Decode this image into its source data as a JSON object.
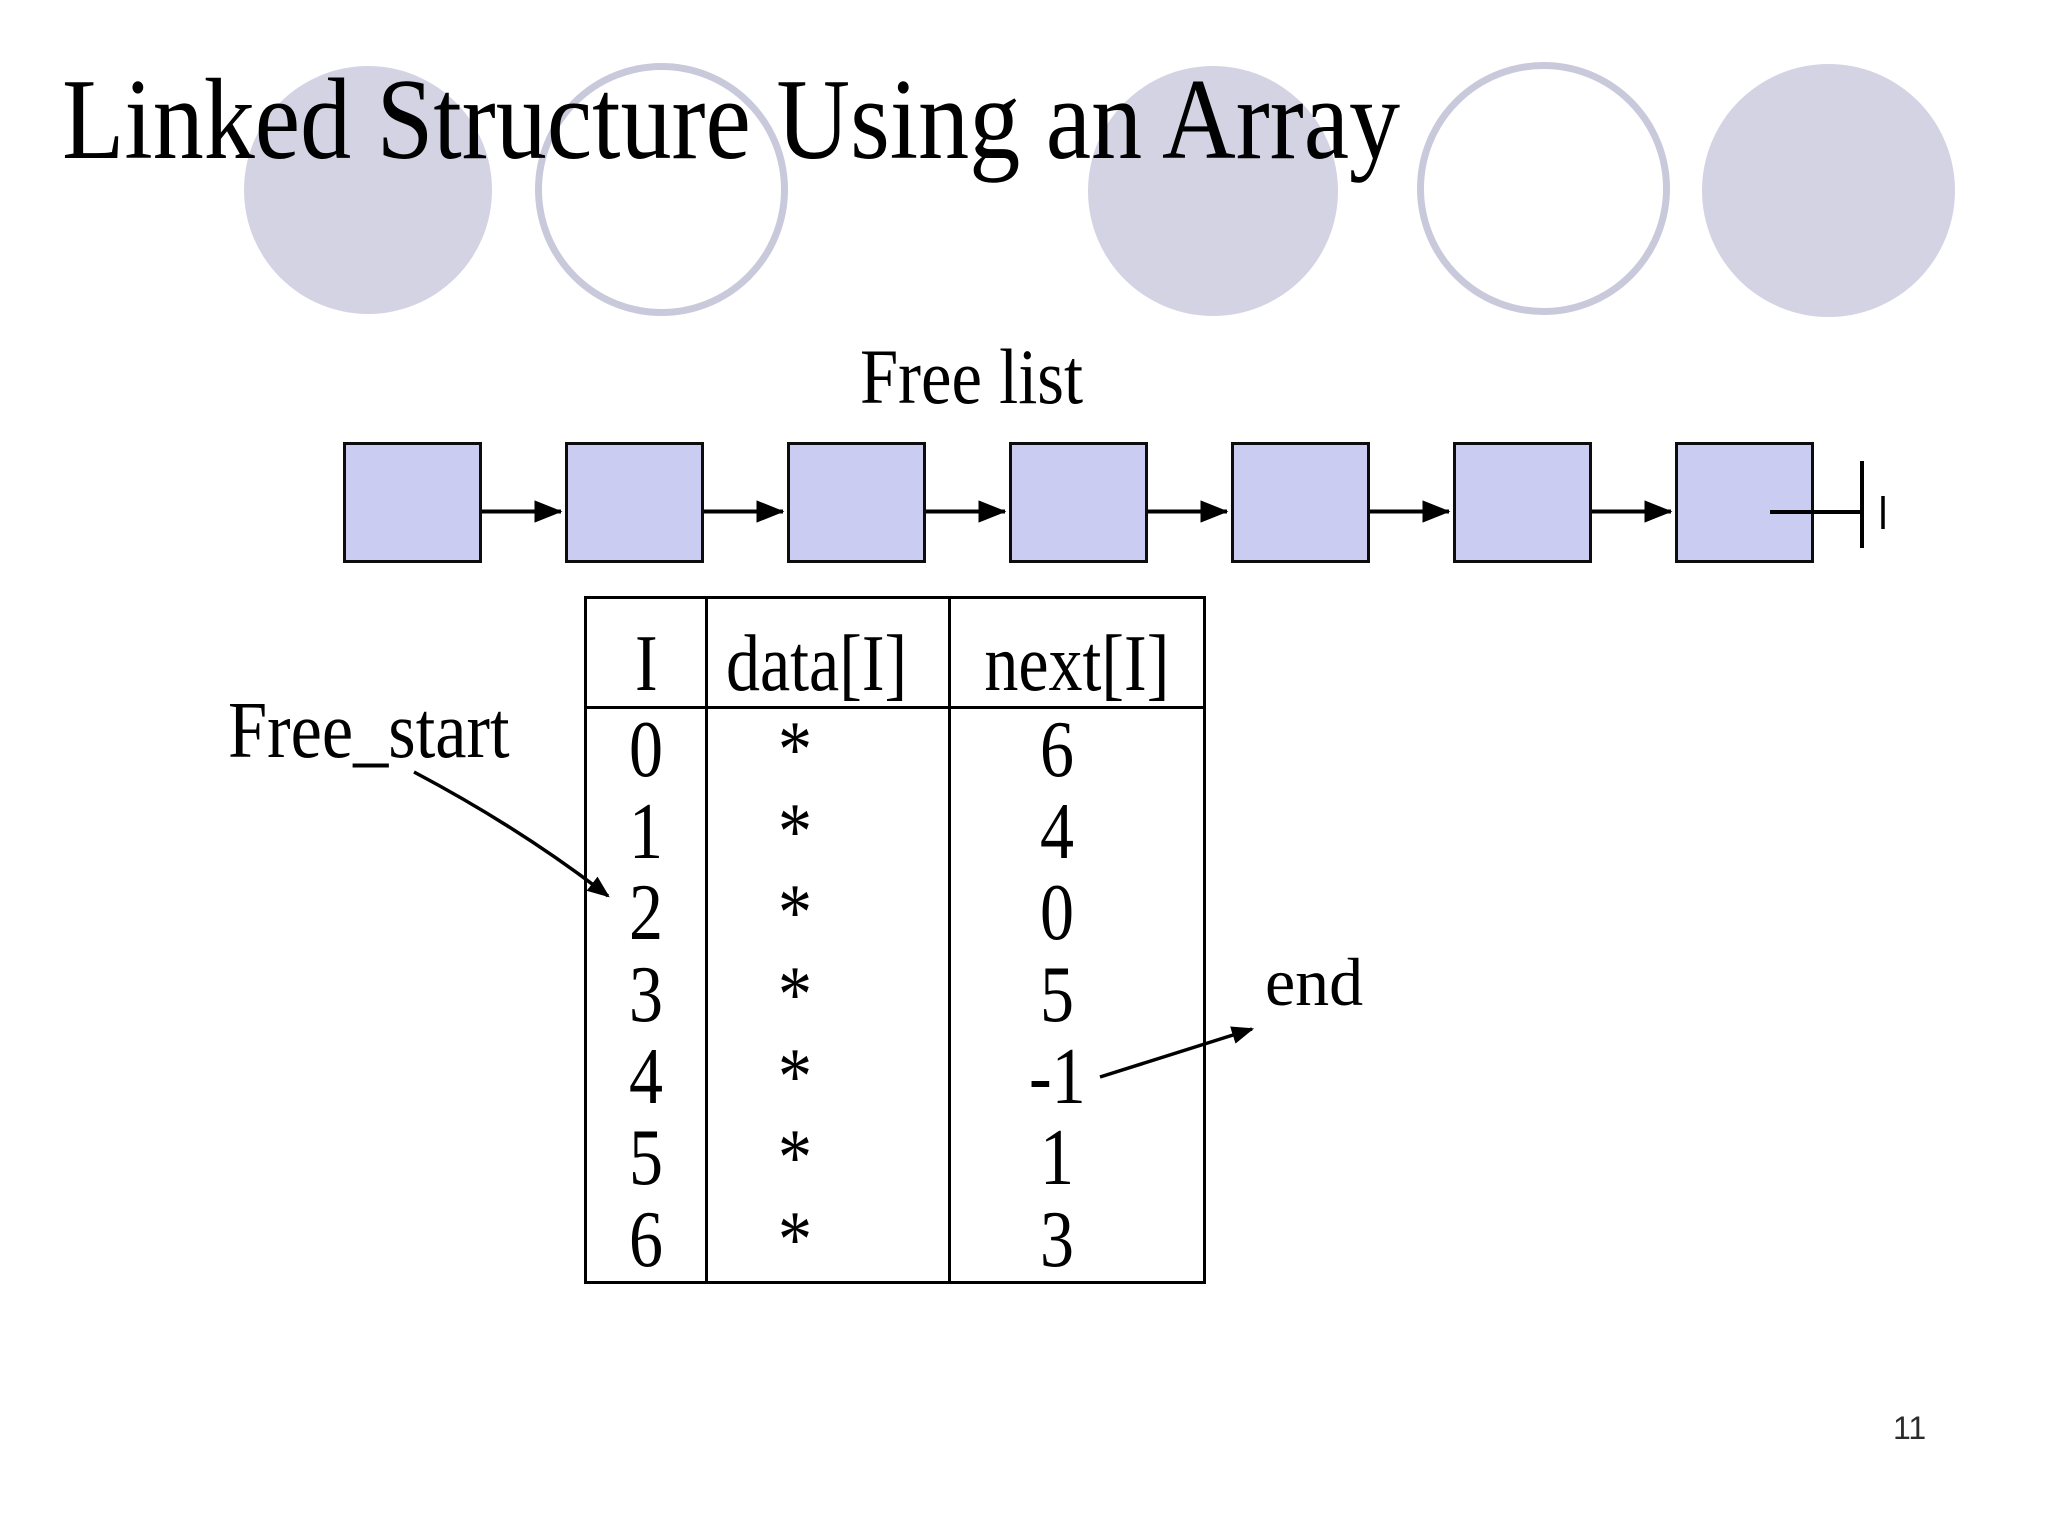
{
  "slide": {
    "title": "Linked Structure Using an Array",
    "page_number": "11"
  },
  "free_list": {
    "label": "Free list",
    "node_count": 7,
    "terminator_icon": "null-terminator"
  },
  "pointers": {
    "free_start_label": "Free_start",
    "end_label": "end"
  },
  "table": {
    "columns": [
      "I",
      "data[I]",
      "next[I]"
    ],
    "rows": [
      [
        "0",
        "*",
        "6"
      ],
      [
        "1",
        "*",
        "4"
      ],
      [
        "2",
        "*",
        "0"
      ],
      [
        "3",
        "*",
        "5"
      ],
      [
        "4",
        "*",
        "-1"
      ],
      [
        "5",
        "*",
        "1"
      ],
      [
        "6",
        "*",
        "3"
      ]
    ]
  },
  "colors": {
    "node_fill": "#cbccf2",
    "node_border": "#0d0d0d",
    "circle_fill": "#d3d3e4",
    "circle_outline": "#c9c9dc",
    "text": "#000000"
  }
}
